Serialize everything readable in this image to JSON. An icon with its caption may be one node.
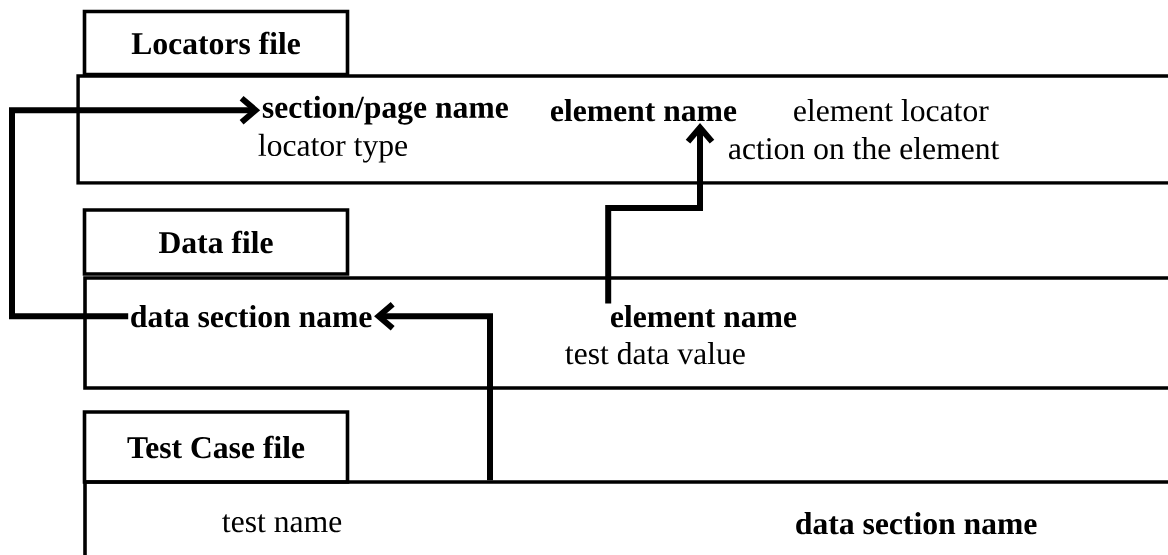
{
  "diagram": {
    "nodes": [
      {
        "text": [
          "Locators file"
        ]
      },
      {
        "text": [],
        "shape": "box"
      },
      {
        "text": [
          "section/page name"
        ],
        "in": 1
      },
      {
        "text": [
          "element name"
        ],
        "in": 1
      },
      {
        "text": [
          "element locator"
        ],
        "in": 1
      },
      {
        "text": [
          "locator type"
        ],
        "in": 1
      },
      {
        "text": [
          "action on the element"
        ],
        "in": 1
      },
      {
        "text": [
          "Data file"
        ]
      },
      {
        "text": [],
        "shape": "box"
      },
      {
        "text": [
          "data section name"
        ],
        "in": 8
      },
      {
        "text": [
          "element name"
        ],
        "in": 8
      },
      {
        "text": [
          "test data value"
        ],
        "in": 8
      },
      {
        "text": [
          "Test Case file"
        ]
      },
      {
        "text": [],
        "shape": "box"
      },
      {
        "text": [
          "test name"
        ],
        "in": 13
      },
      {
        "text": [
          "data section name"
        ],
        "in": 13
      }
    ],
    "edges": [
      {
        "from": 9,
        "to": 2,
        "arrow": "to"
      },
      {
        "from": 10,
        "to": 3,
        "arrow": "to"
      },
      {
        "from": 13,
        "to": 9,
        "arrow": "to"
      }
    ]
  }
}
